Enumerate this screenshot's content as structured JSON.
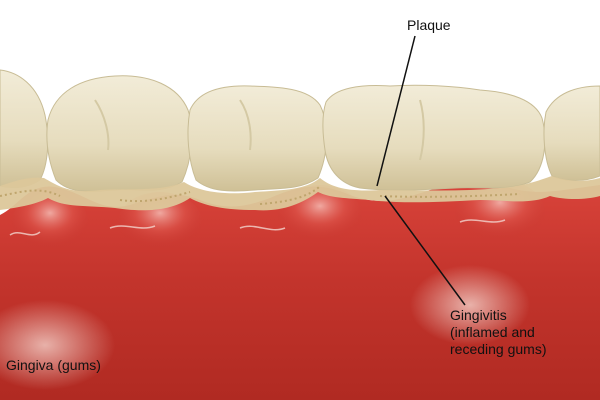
{
  "labels": {
    "plaque": "Plaque",
    "gingivitis": [
      "Gingivitis",
      "(inflamed and",
      "receding gums)"
    ],
    "gingiva": "Gingiva (gums)"
  },
  "colors": {
    "gum": "#c1322a",
    "gum_light": "#e2554c",
    "tooth": "#e9e2c9",
    "tooth_shadow": "#c8bc95",
    "plaque": "#dcc79a",
    "leader_line": "#111111"
  }
}
